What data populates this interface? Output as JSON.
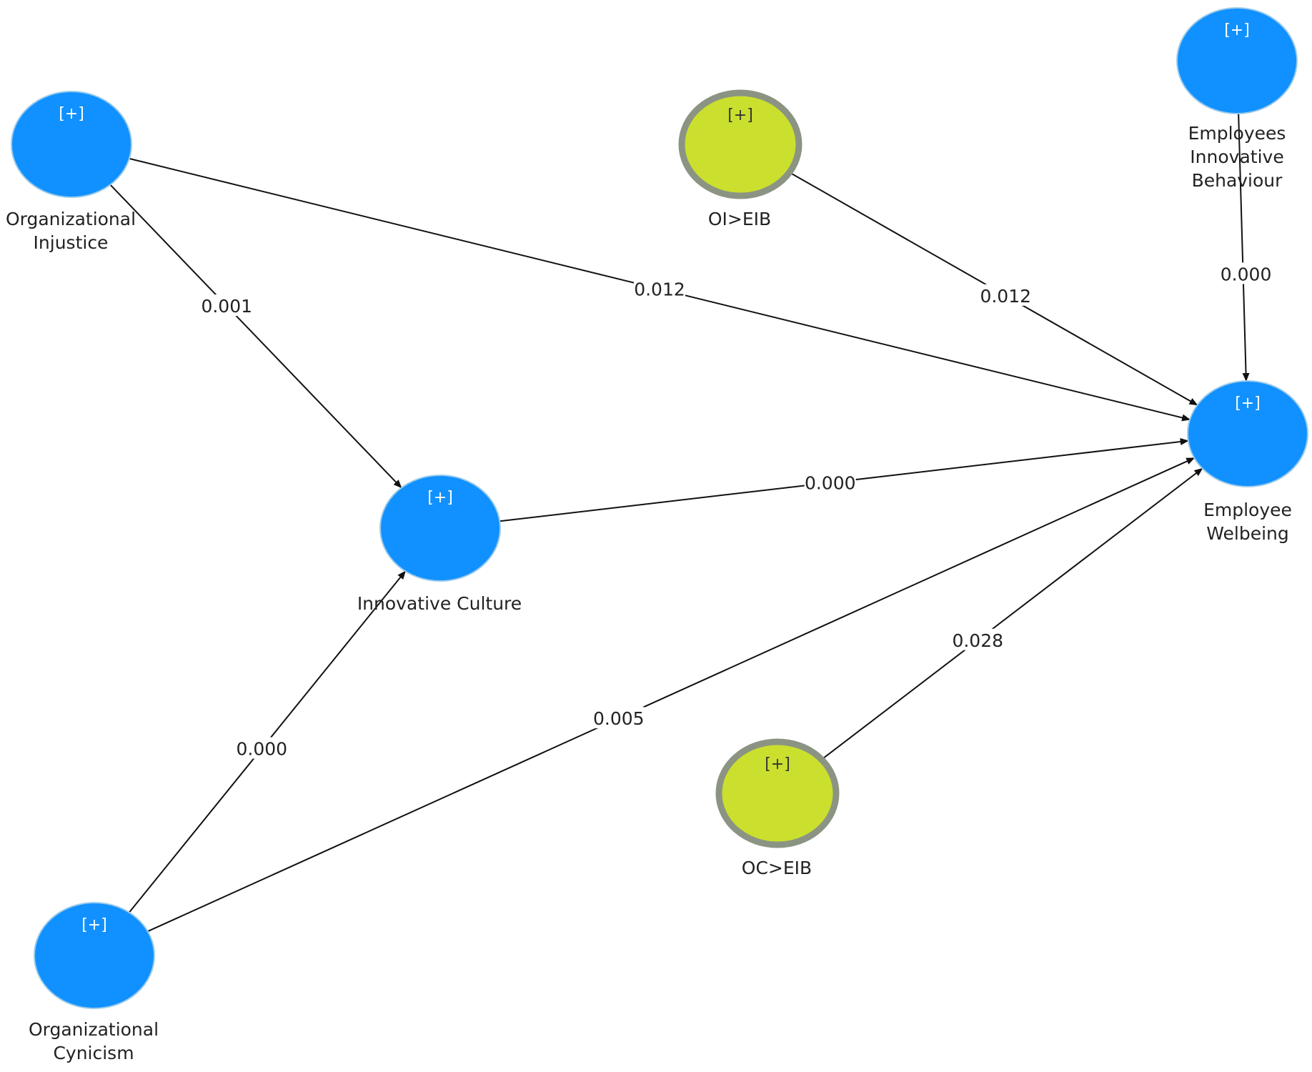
{
  "colors": {
    "construct_fill": "#1091FF",
    "construct_border": "#9CCBEA",
    "moderator_fill": "#CBDF2E",
    "moderator_border": "#8B9483",
    "arrow": "#111111",
    "background": "#FFFFFF"
  },
  "nodes": [
    {
      "id": "oi",
      "kind": "construct",
      "expand": "[+]",
      "label": [
        "Organizational",
        "Injustice"
      ]
    },
    {
      "id": "oc",
      "kind": "construct",
      "expand": "[+]",
      "label": [
        "Organizational",
        "Cynicism"
      ]
    },
    {
      "id": "ic",
      "kind": "construct",
      "expand": "[+]",
      "label": [
        "Innovative Culture"
      ]
    },
    {
      "id": "oieib",
      "kind": "moderator",
      "expand": "[+]",
      "label": [
        "OI>EIB"
      ]
    },
    {
      "id": "oceib",
      "kind": "moderator",
      "expand": "[+]",
      "label": [
        "OC>EIB"
      ]
    },
    {
      "id": "eib",
      "kind": "construct",
      "expand": "[+]",
      "label": [
        "Employees",
        "Innovative",
        "Behaviour"
      ]
    },
    {
      "id": "ew",
      "kind": "construct",
      "expand": "[+]",
      "label": [
        "Employee",
        "Welbeing"
      ]
    }
  ],
  "edges": [
    {
      "from": "oi",
      "to": "ic",
      "value": "0.001"
    },
    {
      "from": "oi",
      "to": "ew",
      "value": "0.012"
    },
    {
      "from": "oieib",
      "to": "ew",
      "value": "0.012"
    },
    {
      "from": "eib",
      "to": "ew",
      "value": "0.000"
    },
    {
      "from": "ic",
      "to": "ew",
      "value": "0.000"
    },
    {
      "from": "oc",
      "to": "ic",
      "value": "0.000"
    },
    {
      "from": "oc",
      "to": "ew",
      "value": "0.005"
    },
    {
      "from": "oceib",
      "to": "ew",
      "value": "0.028"
    }
  ]
}
